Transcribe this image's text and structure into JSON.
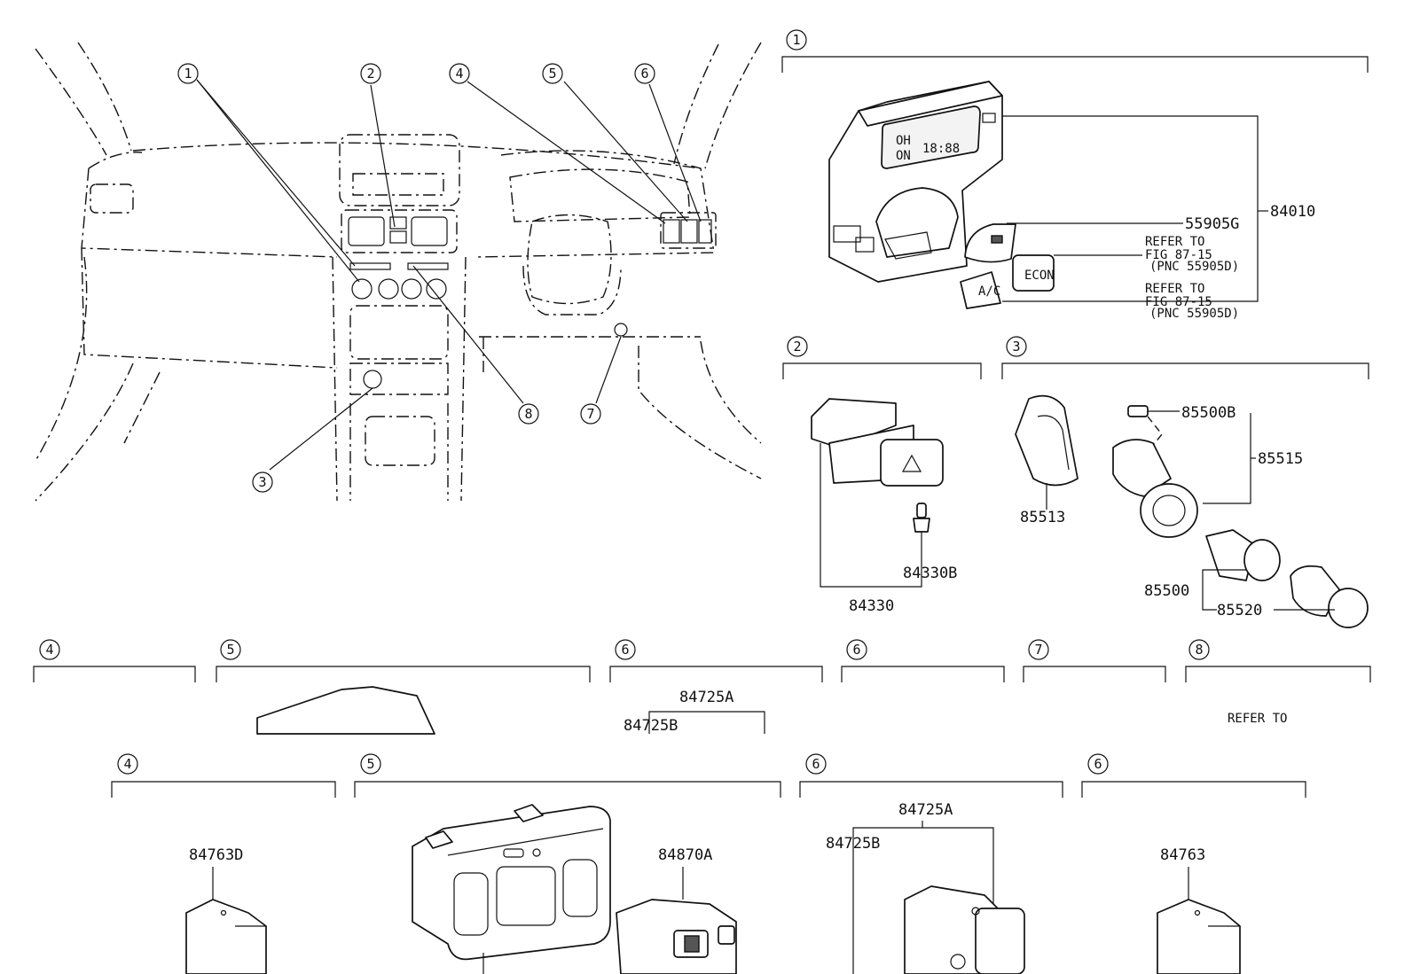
{
  "callouts": [
    "1",
    "2",
    "3",
    "4",
    "5",
    "6",
    "7",
    "8"
  ],
  "sections": {
    "s1": {
      "num": "1"
    },
    "s2": {
      "num": "2"
    },
    "s3": {
      "num": "3"
    },
    "s4": {
      "num": "4"
    },
    "s5": {
      "num": "5"
    },
    "s6": {
      "num": "6"
    },
    "s6b": {
      "num": "6"
    },
    "s7": {
      "num": "7"
    },
    "s8": {
      "num": "8"
    },
    "s4b": {
      "num": "4"
    },
    "s5b": {
      "num": "5"
    },
    "s6c": {
      "num": "6"
    },
    "s6d": {
      "num": "6"
    }
  },
  "parts": {
    "p84010": "84010",
    "p55905G": "55905G",
    "refer1_line1": "REFER TO",
    "refer1_line2": "FIG 87-15",
    "refer1_line3": "(PNC 55905D)",
    "refer2_line1": "REFER TO",
    "refer2_line2": "FIG 87-15",
    "refer2_line3": "(PNC 55905D)",
    "p84330": "84330",
    "p84330B": "84330B",
    "p85500B": "85500B",
    "p85515": "85515",
    "p85513": "85513",
    "p85500": "85500",
    "p85520": "85520",
    "p84725A_top": "84725A",
    "p84725B_top": "84725B",
    "refer8_line1": "REFER TO",
    "p84763D": "84763D",
    "p84870A": "84870A",
    "p84725A": "84725A",
    "p84725B": "84725B",
    "p84763": "84763"
  },
  "clock_display": "18:88",
  "button_labels": {
    "on": "ON",
    "off": "OH",
    "ac": "A/C",
    "econ": "ECON"
  }
}
